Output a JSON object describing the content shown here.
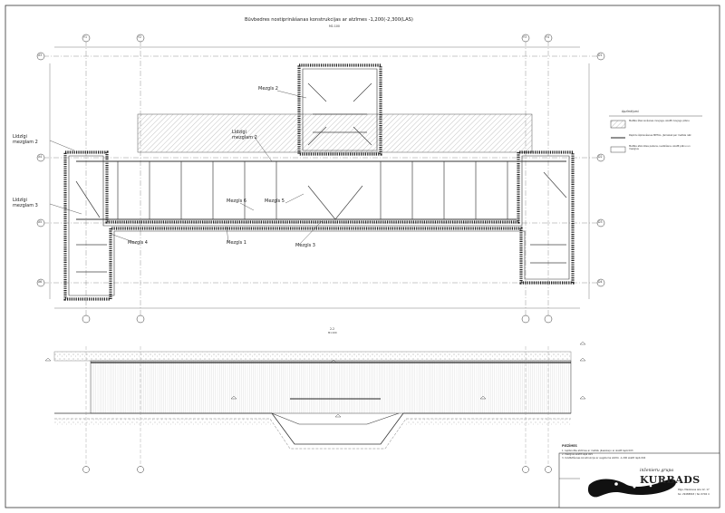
{
  "plan": {
    "title": "Būvbedres nostiprināšanas konstrukcijas ar atzīmes -1,200(-2,300(LAS)",
    "scale": "M1:100",
    "grid_top": [
      "Y1",
      "Y2",
      "Y3",
      "Y4"
    ],
    "grid_left": [
      "X3",
      "X4",
      "X5",
      "X6"
    ],
    "grid_right": [
      "D1",
      "D2",
      "D3",
      "D4"
    ],
    "labels": {
      "mezgls1": "Mezgls 1",
      "mezgls2": "Mezgls 2",
      "mezgls3": "Mezgls 3",
      "mezgls4": "Mezgls 4",
      "mezgls5": "Mezgls 5",
      "mezgls6": "Mezgls 6",
      "lidzigi2": "Līdzīgi\nmezglam 2",
      "lidzigi3": "Līdzīgi\nmezglam 3",
      "lidzigi2b": "Līdzīgi\nmezglam 2"
    }
  },
  "section": {
    "title": "2-2",
    "scale": "M1:100"
  },
  "legend": {
    "title": "Apzīmējumi",
    "items": [
      "Metāla štancenšanas rievjoga, skatīt rievjogu plānu",
      "Papildu šķērsošanas METAL, jāmaksā par metāla nāk",
      "Metāla atslodzes paliens, ievākšana, skatīt plānu un mezglus"
    ]
  },
  "notes": {
    "title": "PIEZĪMES",
    "items": [
      "1. Ieplānotās atzīmes ar metālu jāsaskaņo ar skatīt lapā 003",
      "2. Mezglus skatīt lapā 005",
      "3. Uzstādīšanas konstrukcija ar augstuma atzīmi -1,200 skatīt lapā 004"
    ]
  },
  "company": {
    "subtitle": "inženieru grupa",
    "name": "KURBADS",
    "address": "Rīga, Maskavas iela 12, 17",
    "phone": "tel. 29488818 / fax 6794 4"
  }
}
